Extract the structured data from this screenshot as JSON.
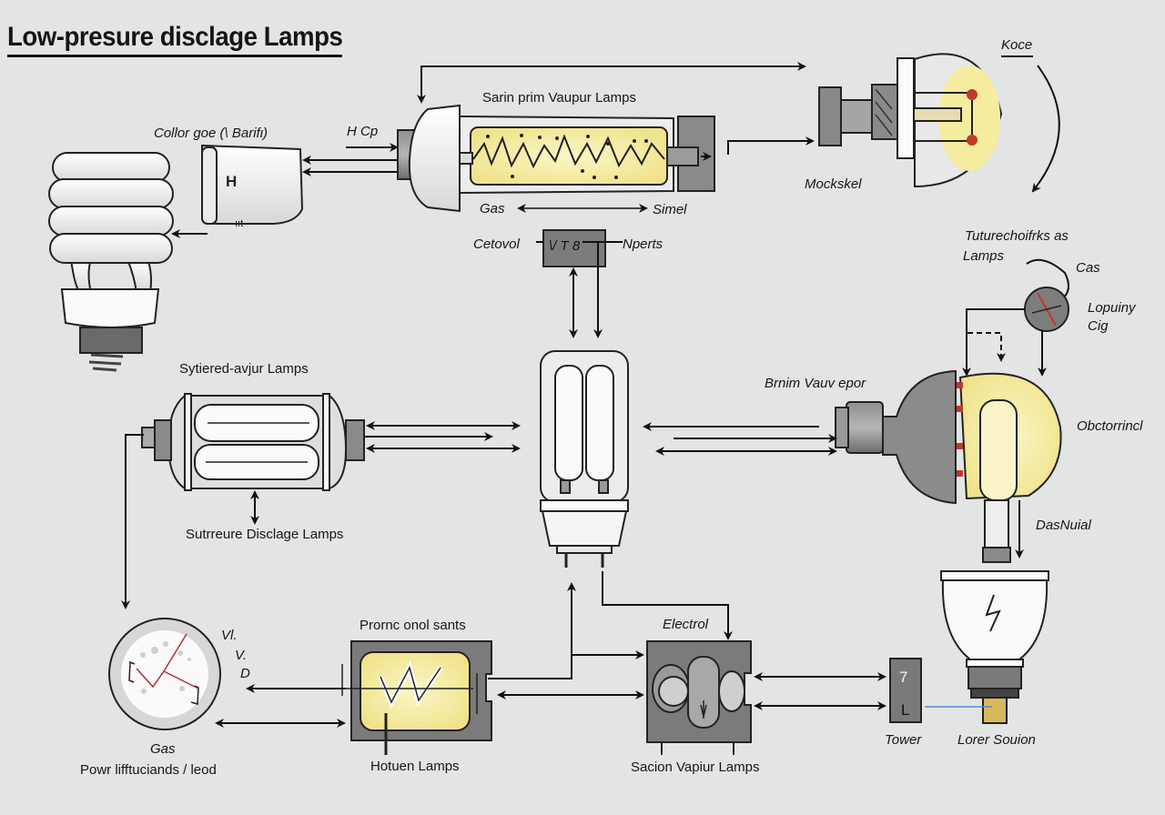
{
  "title": "Low-presure disclage Lamps",
  "labels": {
    "colorgoe": "Collor goe (\\ Barifι)",
    "hcp": "H Cp",
    "capsule_letter": "H",
    "capsule_small": "ııt",
    "sarin": "Sarin prim Vaupur Lamps",
    "gas_top": "Gas",
    "simel": "Simel",
    "cetovol": "Cetovol",
    "vt_box": "\\/ T 8",
    "nperts": "Nperts",
    "koce": "Koce",
    "mockskel": "Mockskel",
    "tuture_line1": "Tuturechoifrks as",
    "tuture_line2": "Lamps",
    "cas": "Cas",
    "lopuiny_line1": "Lopuiny",
    "lopuiny_line2": "Cig",
    "brnim": "Brnim Vauv epor",
    "obctorrincl": "Obctorrincl",
    "dasnuial": "DasNuial",
    "sytiered": "Sytiered-avjur Lamps",
    "sutrreure": "Sutrreure Disclage Lamps",
    "gauge_letters": [
      "Vl.",
      "V.",
      "D"
    ],
    "gas_bottom": "Gas",
    "powr": "Powr lifftuciands / leod",
    "proncl": "Prornc onol sants",
    "hotuen": "Hotuen Lamps",
    "electrol": "Electrol",
    "sacion": "Sacion Vapiur Lamps",
    "tower": "Tower",
    "tower_glyphs": [
      "7",
      "L"
    ],
    "lorer": "Lorer Souion"
  },
  "colors": {
    "background": "#e3e4e4",
    "glow": "#f5ec9f",
    "glass": "#f7f7f7",
    "metal_dark": "#6e6e6e",
    "metal_mid": "#9a9a9a",
    "electrode_red": "#c0392b",
    "wire_blue": "#4a90d9",
    "brass": "#d9b85a"
  }
}
